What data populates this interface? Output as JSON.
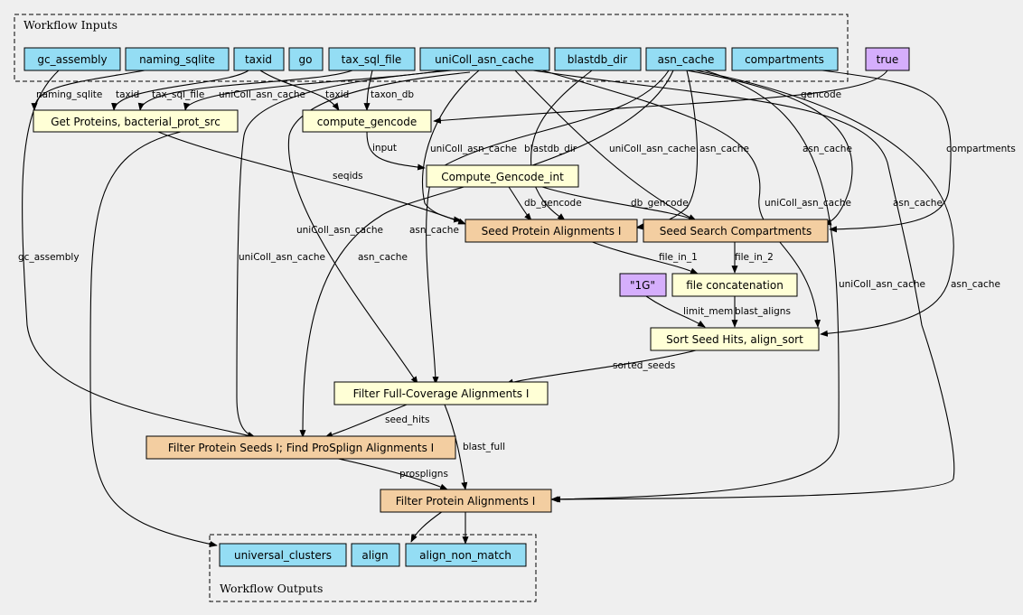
{
  "clusters": {
    "inputs": "Workflow Inputs",
    "outputs": "Workflow Outputs"
  },
  "colors": {
    "io": "#94ddf4",
    "tool": "#ffffd6",
    "subworkflow": "#f3cea1",
    "constant": "#d5aefc",
    "background": "#efefef"
  },
  "nodes": {
    "gc_assembly": "gc_assembly",
    "naming_sqlite": "naming_sqlite",
    "taxid": "taxid",
    "go": "go",
    "tax_sql_file": "tax_sql_file",
    "uniColl_asn_cache": "uniColl_asn_cache",
    "blastdb_dir": "blastdb_dir",
    "asn_cache": "asn_cache",
    "compartments": "compartments",
    "true_const": "true",
    "get_proteins": "Get Proteins, bacterial_prot_src",
    "compute_gencode": "compute_gencode",
    "compute_gencode_int": "Compute_Gencode_int",
    "seed_protein": "Seed Protein Alignments I",
    "seed_search": "Seed Search Compartments",
    "one_g": "\"1G\"",
    "file_concat": "file concatenation",
    "sort_seed": "Sort Seed Hits, align_sort",
    "filter_full": "Filter Full-Coverage Alignments I",
    "filter_seeds": "Filter Protein Seeds I; Find ProSplign Alignments I",
    "filter_protein": "Filter Protein Alignments I",
    "universal_clusters": "universal_clusters",
    "align": "align",
    "align_non_match": "align_non_match"
  },
  "edge_labels": {
    "naming_sqlite": "naming_sqlite",
    "taxid_gp": "taxid",
    "tax_sql_file": "tax_sql_file",
    "unicoll_gp": "uniColl_asn_cache",
    "taxid_cg": "taxid",
    "taxon_db": "taxon_db",
    "gencode": "gencode",
    "input": "input",
    "seqids": "seqids",
    "unicoll_sp": "uniColl_asn_cache",
    "blastdb_dir": "blastdb_dir",
    "unicoll_ss": "uniColl_asn_cache",
    "asn_cache_sp": "asn_cache",
    "asn_cache_sort": "asn_cache",
    "compartments": "compartments",
    "db_gencode_sp": "db_gencode",
    "db_gencode_ss": "db_gencode",
    "unicoll_sort": "uniColl_asn_cache",
    "asn_cache_fp": "asn_cache",
    "gc_assembly": "gc_assembly",
    "unicoll_fs": "uniColl_asn_cache",
    "unicoll_ff": "uniColl_asn_cache",
    "asn_cache_ff": "asn_cache",
    "asn_cache_fs": "asn_cache",
    "unicoll_fp": "uniColl_asn_cache",
    "file_in_1": "file_in_1",
    "file_in_2": "file_in_2",
    "limit_mem": "limit_mem",
    "blast_aligns": "blast_aligns",
    "sorted_seeds": "sorted_seeds",
    "seed_hits": "seed_hits",
    "blast_full": "blast_full",
    "prospligns": "prospligns"
  }
}
